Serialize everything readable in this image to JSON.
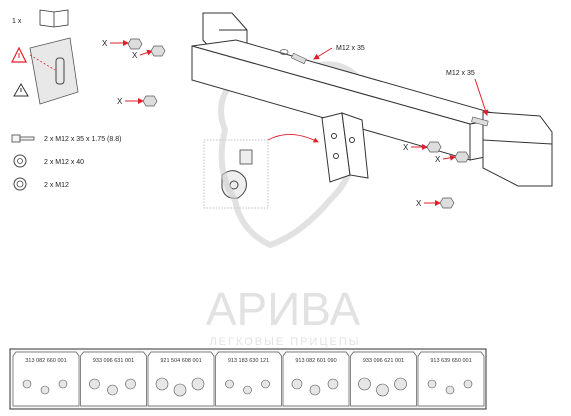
{
  "manual": {
    "qty": "1 x"
  },
  "legend": [
    {
      "text": "2 x M12 x 35 x 1.75 (8.8)"
    },
    {
      "text": "2 x M12 x 40"
    },
    {
      "text": "2 x M12"
    }
  ],
  "callouts": {
    "bolt_left": "M12 x 35",
    "bolt_right": "M12 x 35",
    "x": "X"
  },
  "watermark": {
    "brand": "АРИВА",
    "tagline": "ЛЕГКОВЫЕ ПРИЦЕПЫ"
  },
  "kits": [
    {
      "code": "313 082 660 001"
    },
    {
      "code": "933 096 631 001"
    },
    {
      "code": "921 504 608 001"
    },
    {
      "code": "913 183 630 121"
    },
    {
      "code": "913 082 601 090"
    },
    {
      "code": "933 096 621 001"
    },
    {
      "code": "913 639 650 001"
    }
  ],
  "colors": {
    "arrow": "#e0202a",
    "line": "#333333",
    "watermark": "#cfcfcf"
  }
}
